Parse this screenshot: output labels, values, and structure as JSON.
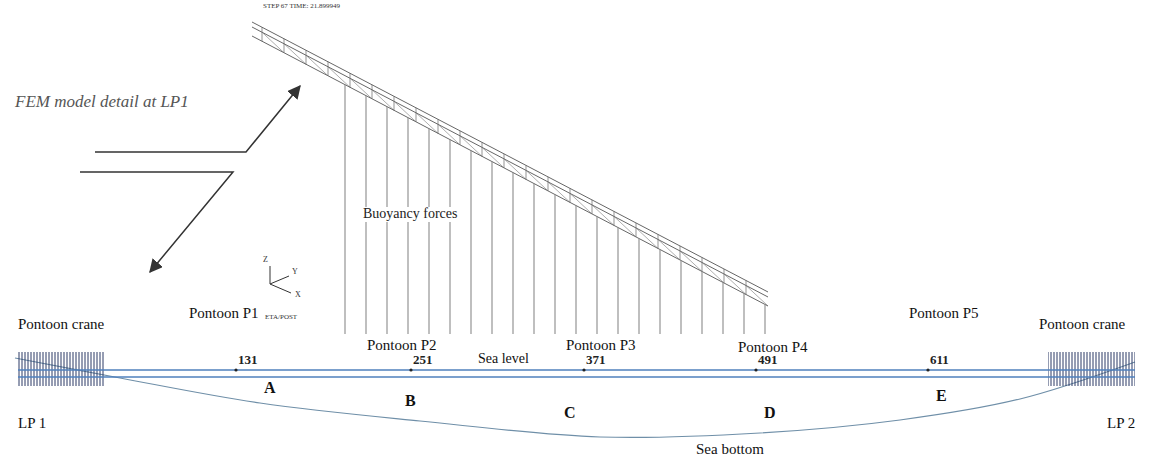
{
  "diagram": {
    "labels": [
      "FEM model detail at LP1",
      "STEP 67 TIME: 21.899949",
      "Buoyancy forces",
      "Z",
      "Y",
      "X",
      "ETA/POST",
      "Pontoon crane",
      "Pontoon P1",
      "Pontoon P2",
      "Pontoon P3",
      "Pontoon P4",
      "Pontoon P5",
      "Pontoon crane",
      "131",
      "251",
      "Sea level",
      "371",
      "491",
      "611",
      "LP 1",
      "A",
      "B",
      "C",
      "D",
      "E",
      "LP 2",
      "Sea bottom"
    ]
  }
}
